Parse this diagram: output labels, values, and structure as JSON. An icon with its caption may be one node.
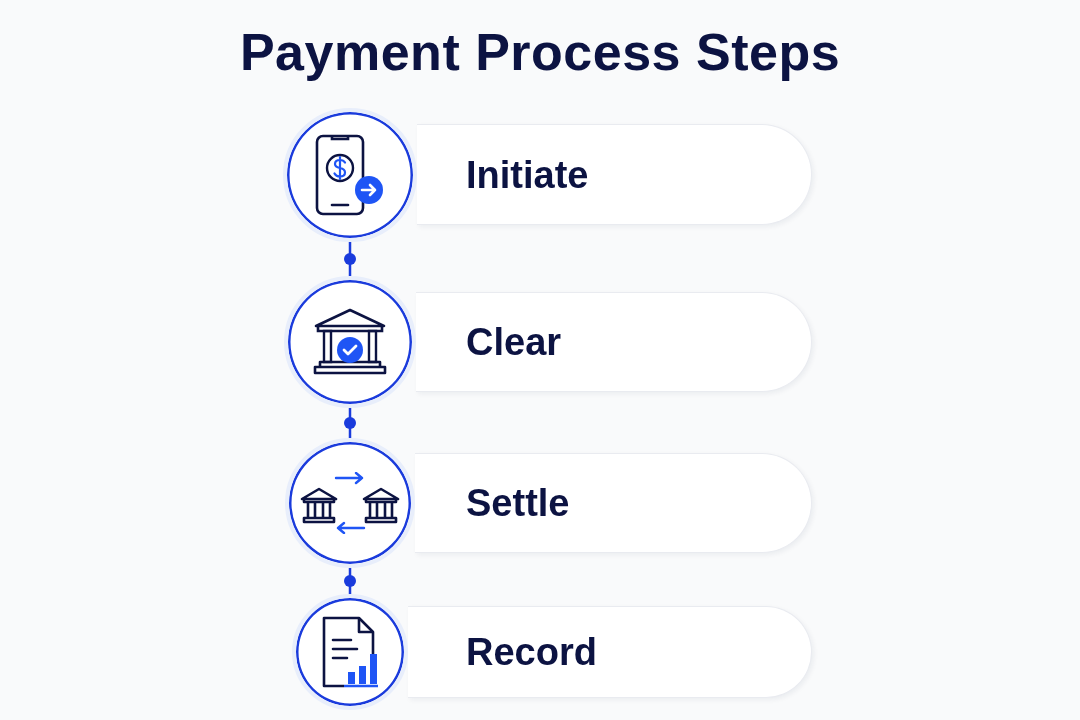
{
  "diagram": {
    "title": "Payment Process Steps",
    "nodes": [
      {
        "text": [],
        "shape": "circle"
      },
      {
        "text": [
          "Initiate"
        ]
      },
      {
        "text": [],
        "shape": "circle"
      },
      {
        "text": [
          "Clear"
        ]
      },
      {
        "text": [],
        "shape": "circle"
      },
      {
        "text": [
          "Settle"
        ]
      },
      {
        "text": [],
        "shape": "circle"
      },
      {
        "text": [
          "Record"
        ]
      }
    ],
    "edges": [
      {
        "from": 0,
        "to": 2,
        "arrow": "none"
      },
      {
        "from": 2,
        "to": 4,
        "arrow": "none"
      },
      {
        "from": 4,
        "to": 6,
        "arrow": "none"
      }
    ]
  }
}
